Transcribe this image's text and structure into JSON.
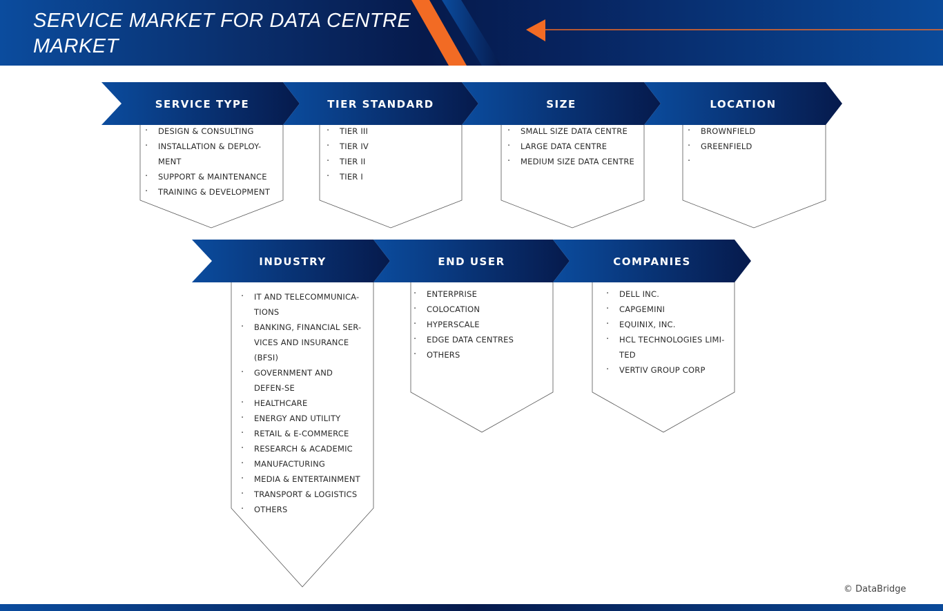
{
  "header": {
    "title": "SERVICE MARKET FOR DATA CENTRE MARKET"
  },
  "colors": {
    "dark_navy": "#061a4c",
    "blue": "#0b4c9e",
    "accent_orange": "#f26b24"
  },
  "segments": [
    {
      "label": "SERVICE TYPE",
      "items": [
        "DESIGN & CONSULTING",
        "INSTALLATION & DEPLOY-MENT",
        "SUPPORT & MAINTENANCE",
        "TRAINING & DEVELOPMENT"
      ]
    },
    {
      "label": "TIER STANDARD",
      "items": [
        "TIER III",
        "TIER IV",
        "TIER II",
        "TIER I"
      ]
    },
    {
      "label": "SIZE",
      "items": [
        "SMALL SIZE DATA CENTRE",
        "LARGE DATA CENTRE",
        "MEDIUM SIZE DATA CENTRE"
      ]
    },
    {
      "label": "LOCATION",
      "items": [
        "BROWNFIELD",
        "GREENFIELD",
        ""
      ]
    },
    {
      "label": "INDUSTRY",
      "items": [
        "IT AND TELECOMMUNICA-TIONS",
        "BANKING, FINANCIAL SER-VICES AND INSURANCE (BFSI)",
        "GOVERNMENT AND DEFEN-SE",
        "HEALTHCARE",
        "ENERGY AND UTILITY",
        "RETAIL & E-COMMERCE",
        "RESEARCH & ACADEMIC",
        "MANUFACTURING",
        "MEDIA & ENTERTAINMENT",
        "TRANSPORT & LOGISTICS",
        "OTHERS"
      ]
    },
    {
      "label": "END USER",
      "items": [
        "ENTERPRISE",
        "COLOCATION",
        "HYPERSCALE",
        "EDGE DATA CENTRES",
        "OTHERS"
      ]
    },
    {
      "label": "COMPANIES",
      "items": [
        "DELL INC.",
        "CAPGEMINI",
        "EQUINIX, INC.",
        "HCL TECHNOLOGIES LIMI-TED",
        "VERTIV GROUP CORP"
      ]
    }
  ],
  "footer": {
    "copyright": "© DataBridge"
  }
}
